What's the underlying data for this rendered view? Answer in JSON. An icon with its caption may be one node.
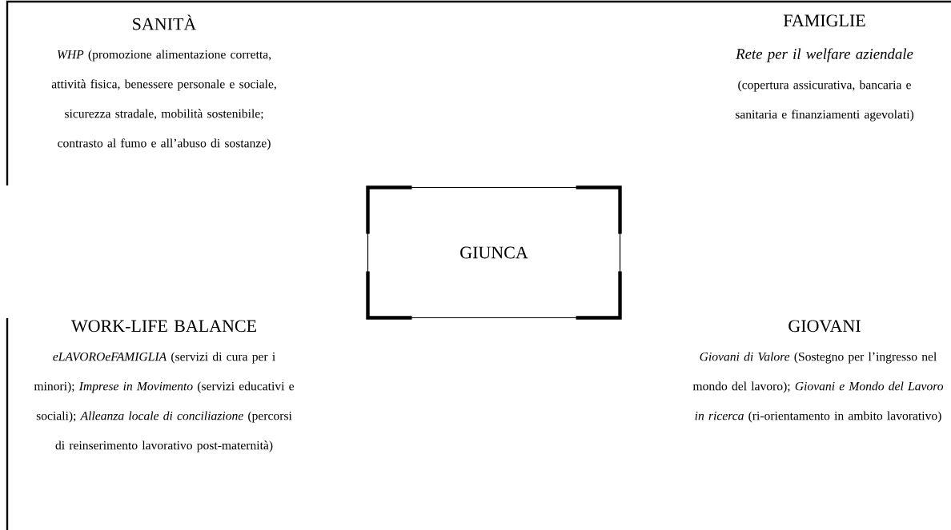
{
  "diagram": {
    "nodes": [
      {
        "text": [
          "GIUNCA"
        ]
      }
    ],
    "labels": [
      "SANITÀ",
      "FAMIGLIE",
      "*WHP* (promozione alimentazione corretta, attività fisica, benessere personale e sociale, sicurezza stradale, mobilità sostenibile; contrasto al fumo e all’abuso di sostanze)",
      "Rete per il welfare aziendale",
      "(copertura assicurativa, bancaria e sanitaria e finanziamenti agevolati)",
      "WORK-LIFE BALANCE",
      "GIOVANI",
      "*eLAVOROeFAMIGLIA* (servizi di cura per i minori); *Imprese in Movimento* (servizi educativi e sociali); *Alleanza locale di conciliazione* (percorsi di reinserimento lavorativo post-maternità)",
      "*Giovani di Valore* (Sostegno per l’ingresso nel mondo del lavoro); *Giovani e Mondo del Lavoro in ricerca* (ri-orientamento in ambito lavorativo)"
    ]
  }
}
